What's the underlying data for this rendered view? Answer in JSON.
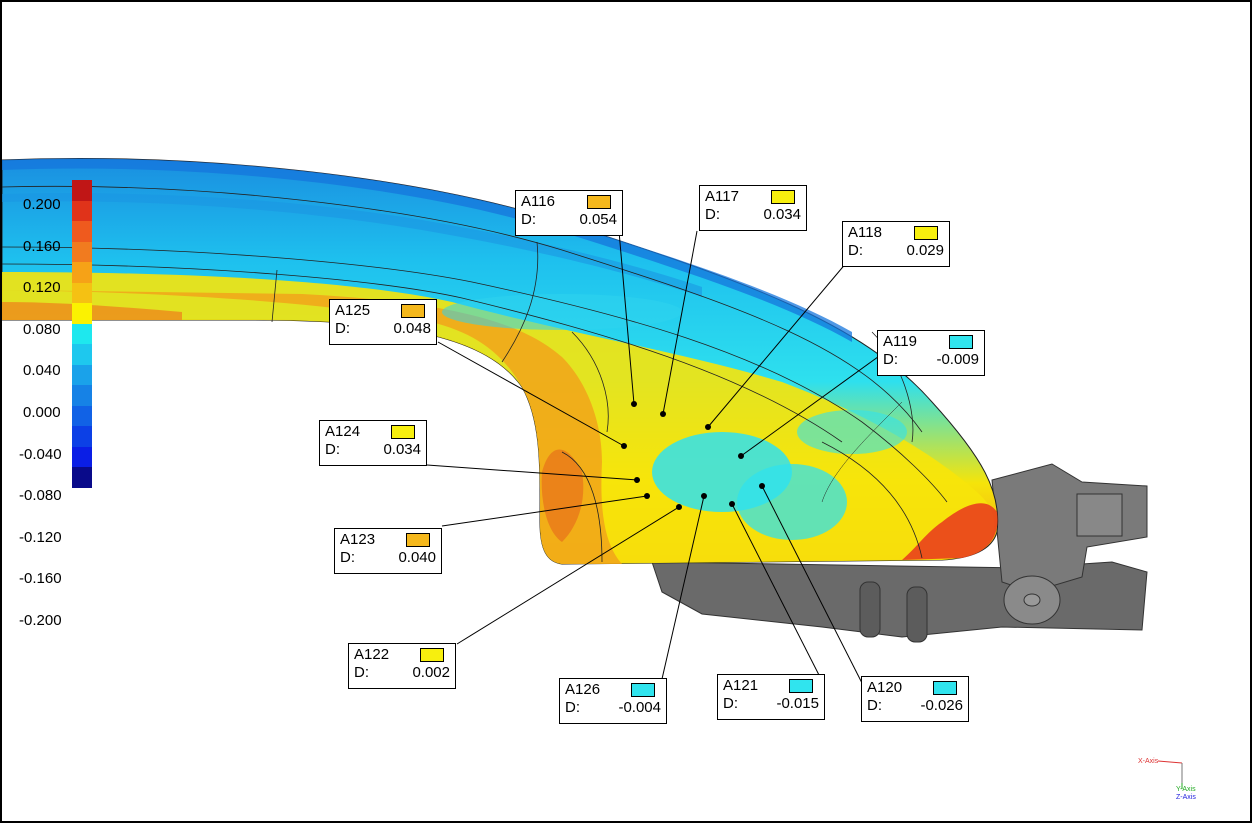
{
  "legend": {
    "ticks": [
      "0.200",
      "0.160",
      "0.120",
      "0.080",
      "0.040",
      "0.000",
      "-0.040",
      "-0.080",
      "-0.120",
      "-0.160",
      "-0.200"
    ],
    "colors": [
      "#c01616",
      "#e0331a",
      "#ef5a1e",
      "#f17b1f",
      "#f6a217",
      "#f5c113",
      "#fbf201",
      "#1ee8ee",
      "#1ec8ee",
      "#1aa2ea",
      "#1682e6",
      "#1162e6",
      "#0c40e6",
      "#0a1ee6",
      "#090a8a"
    ]
  },
  "annotations": [
    {
      "id": "A116",
      "d_label": "D:",
      "d_value": "0.054",
      "color": "#f5b81c"
    },
    {
      "id": "A117",
      "d_label": "D:",
      "d_value": "0.034",
      "color": "#f7ef0e"
    },
    {
      "id": "A118",
      "d_label": "D:",
      "d_value": "0.029",
      "color": "#f7ef0e"
    },
    {
      "id": "A119",
      "d_label": "D:",
      "d_value": "-0.009",
      "color": "#30e4ee"
    },
    {
      "id": "A120",
      "d_label": "D:",
      "d_value": "-0.026",
      "color": "#30e4ee"
    },
    {
      "id": "A121",
      "d_label": "D:",
      "d_value": "-0.015",
      "color": "#30e4ee"
    },
    {
      "id": "A122",
      "d_label": "D:",
      "d_value": "0.002",
      "color": "#f7ef0e"
    },
    {
      "id": "A123",
      "d_label": "D:",
      "d_value": "0.040",
      "color": "#f5b81c"
    },
    {
      "id": "A124",
      "d_label": "D:",
      "d_value": "0.034",
      "color": "#f7ef0e"
    },
    {
      "id": "A125",
      "d_label": "D:",
      "d_value": "0.048",
      "color": "#f5b81c"
    },
    {
      "id": "A126",
      "d_label": "D:",
      "d_value": "-0.004",
      "color": "#30e4ee"
    }
  ],
  "axis_triad": {
    "x": "X-Axis",
    "y": "Y-Axis",
    "z": "Z-Axis"
  }
}
